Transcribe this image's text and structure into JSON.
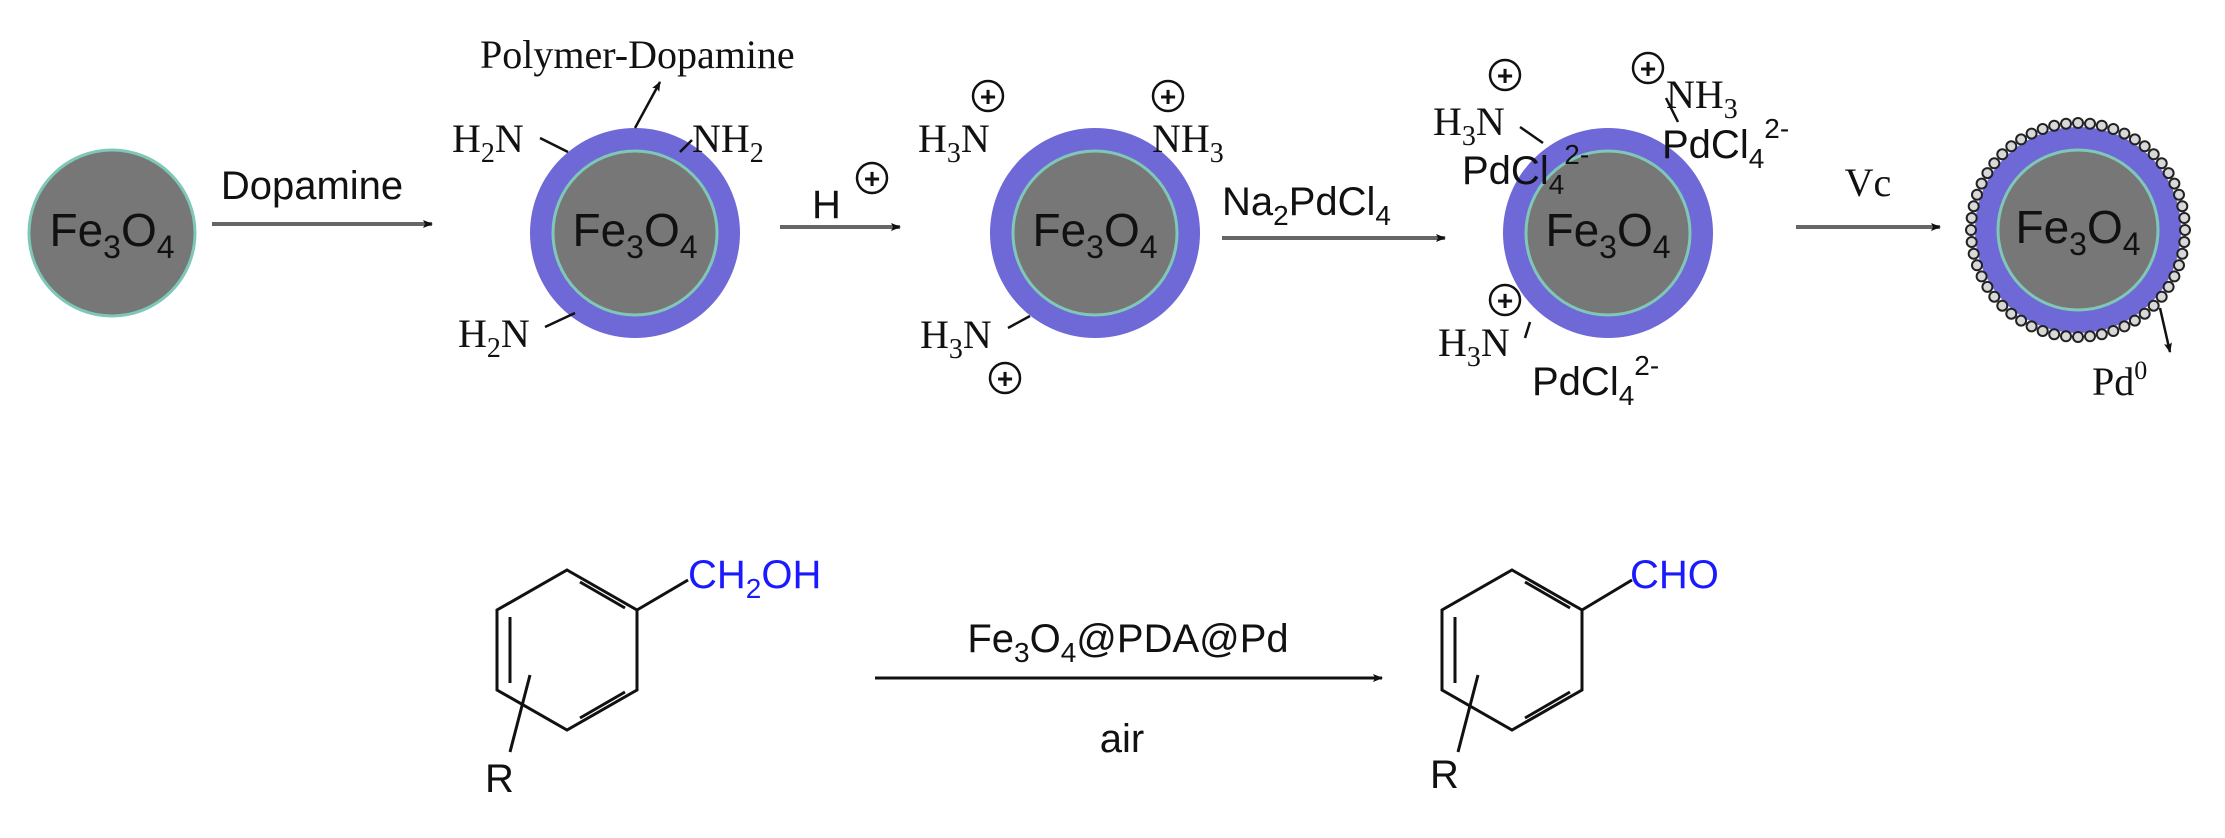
{
  "colors": {
    "core": "#777777",
    "core_outline": "#7fc7b6",
    "shell": "#6e69d6",
    "text": "#111111",
    "blue_text": "#1a1aff",
    "pd_dot_fill": "#d8d8d8",
    "pd_dot_stroke": "#222222"
  },
  "particles": {
    "bare": {
      "core": [
        "Fe",
        "3",
        "O",
        "4"
      ]
    },
    "coated": {
      "core": [
        "Fe",
        "3",
        "O",
        "4"
      ],
      "shell_label": "Polymer-Dopamine",
      "groups": [
        [
          "H",
          "2",
          "N"
        ],
        [
          "NH",
          "2",
          ""
        ],
        [
          "H",
          "2",
          "N"
        ]
      ]
    },
    "protonated": {
      "core": [
        "Fe",
        "3",
        "O",
        "4"
      ],
      "groups": [
        [
          "H",
          "3",
          "N"
        ],
        [
          "NH",
          "3",
          ""
        ],
        [
          "H",
          "3",
          "N"
        ]
      ],
      "charge_symbol": "+"
    },
    "loaded": {
      "core": [
        "Fe",
        "3",
        "O",
        "4"
      ],
      "groups": [
        [
          "H",
          "3",
          "N"
        ],
        [
          "NH",
          "3",
          ""
        ],
        [
          "H",
          "3",
          "N"
        ]
      ],
      "counterion": [
        "PdCl",
        "4",
        "2-"
      ],
      "charge_symbol": "+"
    },
    "final": {
      "core": [
        "Fe",
        "3",
        "O",
        "4"
      ],
      "pd_label": [
        "Pd",
        "0"
      ]
    }
  },
  "steps": [
    {
      "label": [
        "Dopamine",
        ""
      ]
    },
    {
      "label": [
        "H",
        ""
      ]
    },
    {
      "label": [
        "Na",
        "2",
        "PdCl",
        "4"
      ]
    },
    {
      "label": [
        "Vc",
        ""
      ]
    }
  ],
  "reaction": {
    "reactant_group": [
      "CH",
      "2",
      "OH"
    ],
    "product_group": "CHO",
    "substituent": "R",
    "catalyst": [
      "Fe",
      "3",
      "O",
      "4",
      "@PDA@Pd"
    ],
    "conditions": "air"
  }
}
